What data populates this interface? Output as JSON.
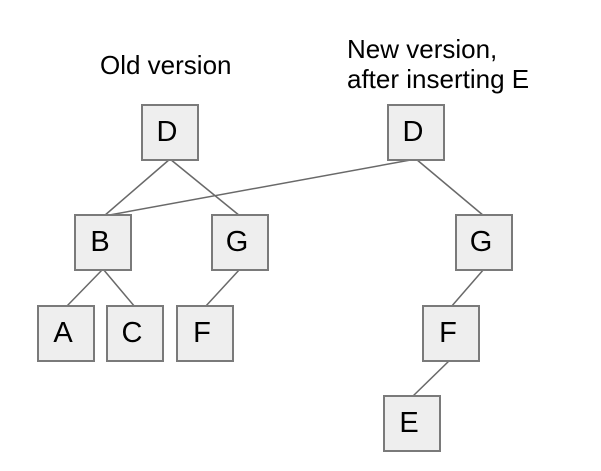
{
  "titles": {
    "old": "Old version",
    "new_line1": "New version,",
    "new_line2": "after inserting E"
  },
  "nodes": {
    "old_d": "D",
    "old_b": "B",
    "old_g": "G",
    "old_a": "A",
    "old_c": "C",
    "old_f": "F",
    "new_d": "D",
    "new_g": "G",
    "new_f": "F",
    "new_e": "E"
  },
  "edges": [
    {
      "from": "old-D",
      "to": "old-B"
    },
    {
      "from": "old-D",
      "to": "old-G"
    },
    {
      "from": "old-B",
      "to": "old-A"
    },
    {
      "from": "old-B",
      "to": "old-C"
    },
    {
      "from": "old-G",
      "to": "old-F"
    },
    {
      "from": "new-D",
      "to": "old-B"
    },
    {
      "from": "new-D",
      "to": "new-G"
    },
    {
      "from": "new-G",
      "to": "new-F"
    },
    {
      "from": "new-F",
      "to": "new-E"
    }
  ],
  "colors": {
    "node_fill": "#eeeeee",
    "node_border": "#7a7a7a",
    "edge": "#696969",
    "text": "#000000",
    "bg": "#ffffff"
  }
}
